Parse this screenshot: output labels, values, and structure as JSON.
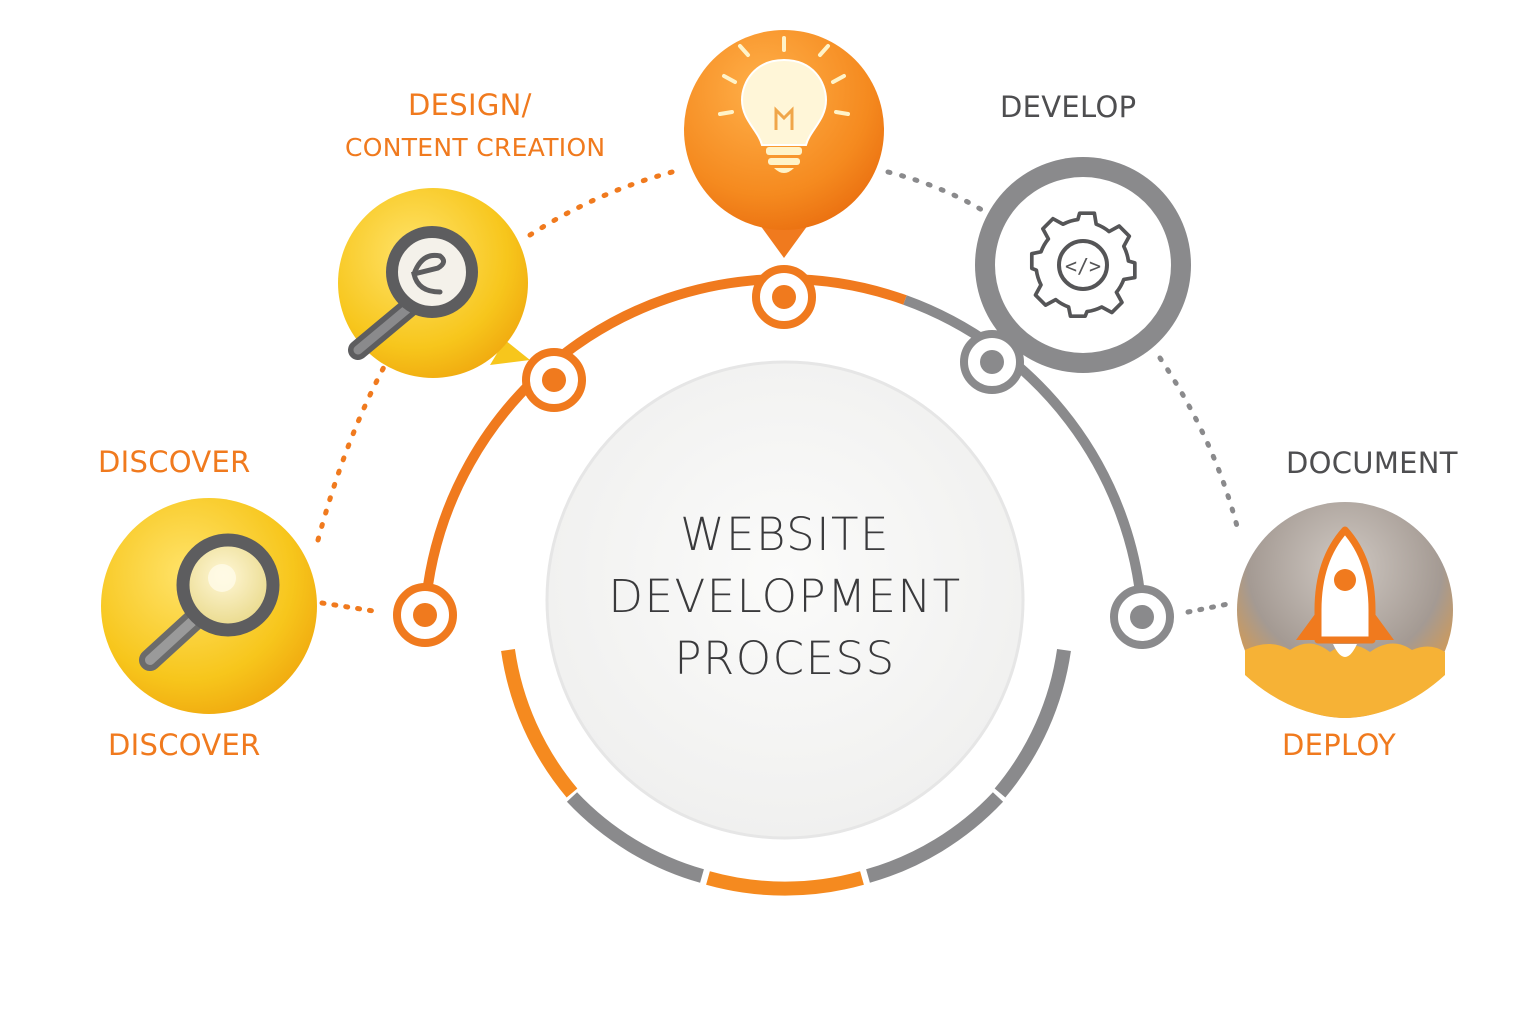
{
  "title_lines": [
    "WEBSITE",
    "DEVELOPMENT",
    "PROCESS"
  ],
  "labels": {
    "design_line1": "DESIGN/",
    "design_line2": "CONTENT CREATION",
    "develop": "DEVELOP",
    "discover_top": "DISCOVER",
    "discover_bottom": "DISCOVER",
    "document": "DOCUMENT",
    "deploy": "DEPLOY"
  },
  "colors": {
    "orange": "#f07a1e",
    "yellow": "#f7c61c",
    "gray": "#8a8a8c",
    "dark_text": "#3a3a3c"
  },
  "icons": {
    "discover": "magnifier-icon",
    "design": "magnifier-icon",
    "idea": "lightbulb-icon",
    "develop": "gear-code-icon",
    "deploy": "rocket-icon"
  }
}
